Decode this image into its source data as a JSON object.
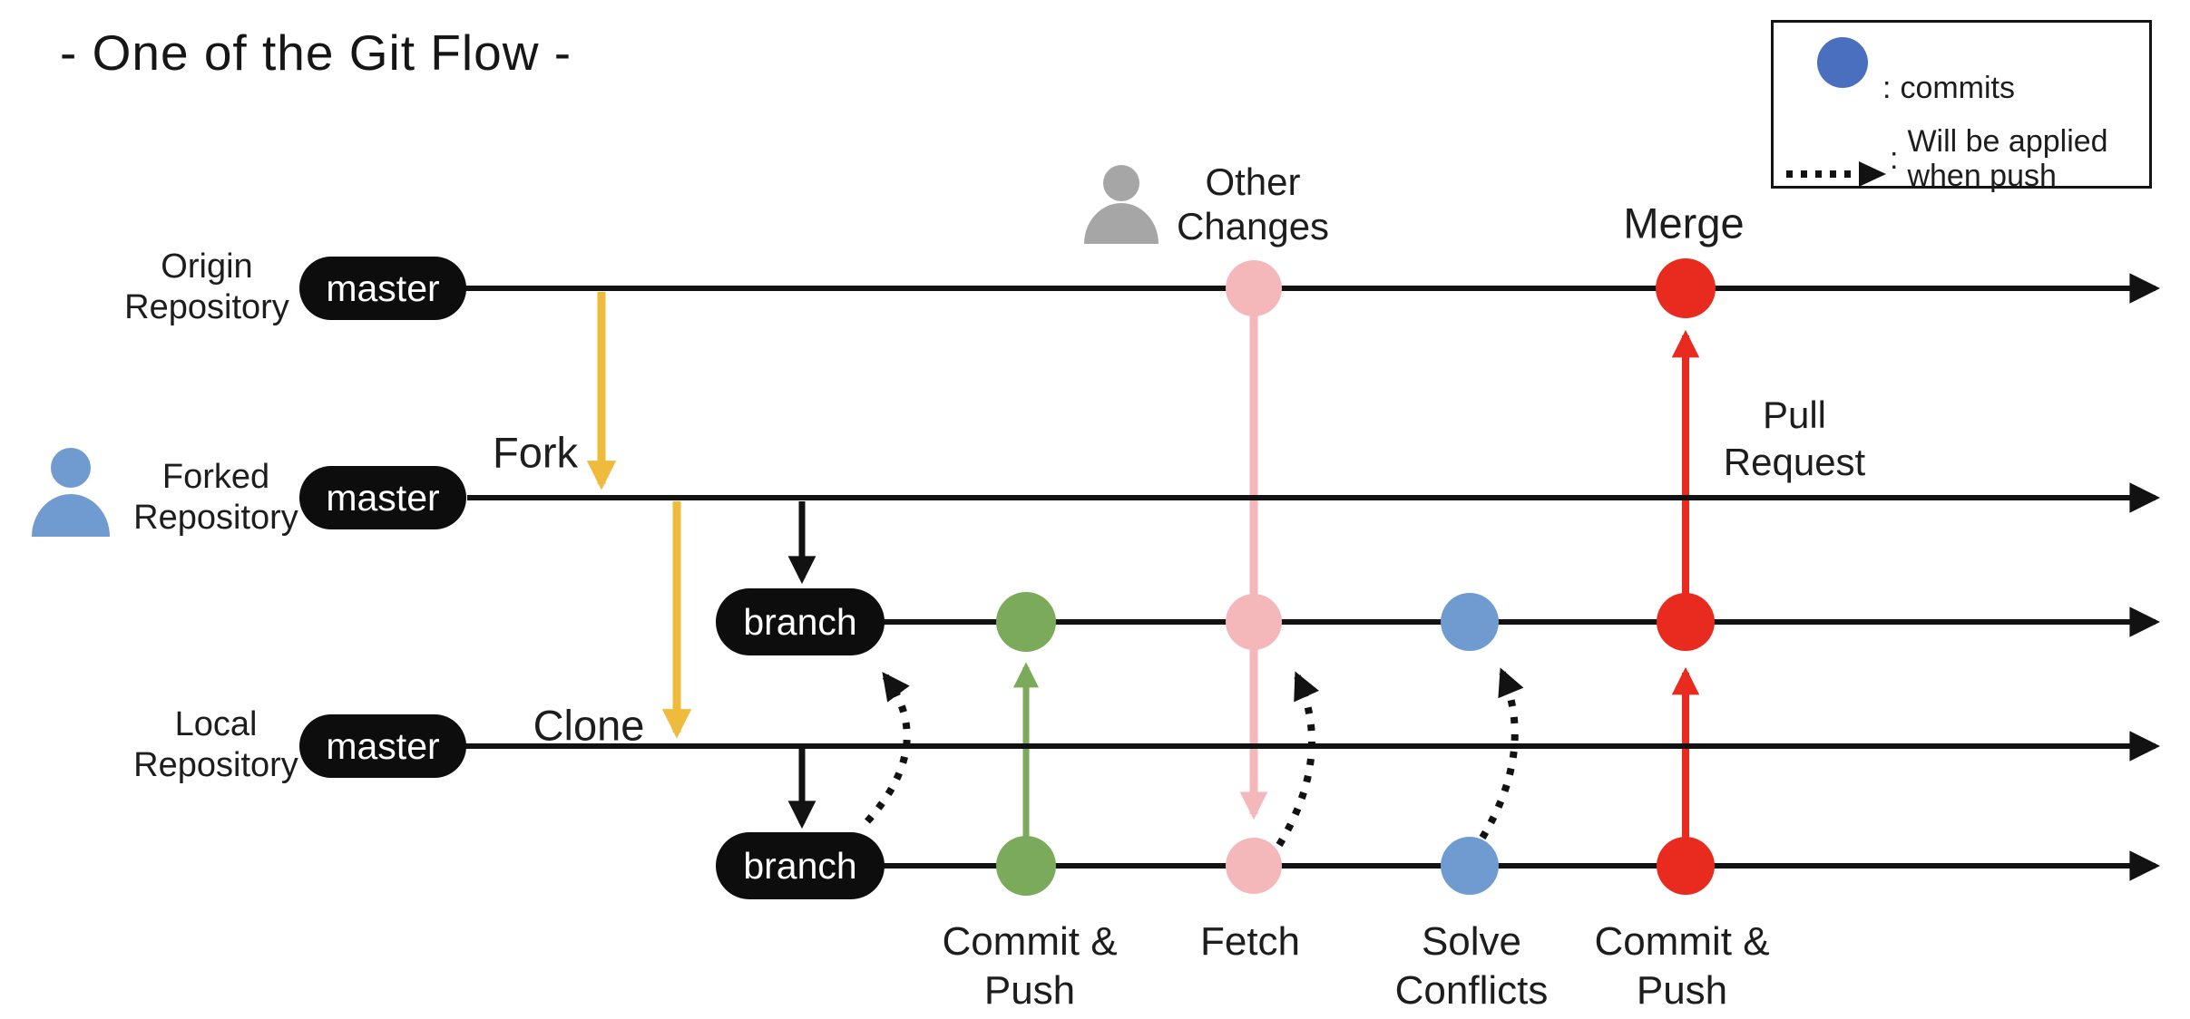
{
  "title": "- One of the Git Flow -",
  "legend": {
    "separator": ":",
    "commits_label": "commits",
    "push_label": "Will be applied when push"
  },
  "pills": {
    "master": "master",
    "branch": "branch"
  },
  "repos": [
    {
      "line1": "Origin",
      "line2": "Repository"
    },
    {
      "line1": "Forked",
      "line2": "Repository"
    },
    {
      "line1": "Local",
      "line2": "Repository"
    }
  ],
  "flow": {
    "fork": "Fork",
    "clone": "Clone",
    "merge": "Merge",
    "pull_request_line1": "Pull",
    "pull_request_line2": "Request",
    "other_changes_line1": "Other",
    "other_changes_line2": "Changes"
  },
  "steps": [
    {
      "line1": "Commit &",
      "line2": "Push"
    },
    {
      "line1": "Fetch",
      "line2": ""
    },
    {
      "line1": "Solve",
      "line2": "Conflicts"
    },
    {
      "line1": "Commit &",
      "line2": "Push"
    }
  ],
  "colors": {
    "line_black": "#121212",
    "pill_bg": "#0d0d0d",
    "commit_green": "#7bab5a",
    "commit_pink": "#f5b8ba",
    "commit_blue": "#6f9bd1",
    "commit_red": "#e92a1e",
    "flow_yellow": "#eebb3d",
    "legend_blue": "#4b6fbf",
    "person_blue": "#6f9bd1",
    "person_gray": "#a6a6a6"
  }
}
